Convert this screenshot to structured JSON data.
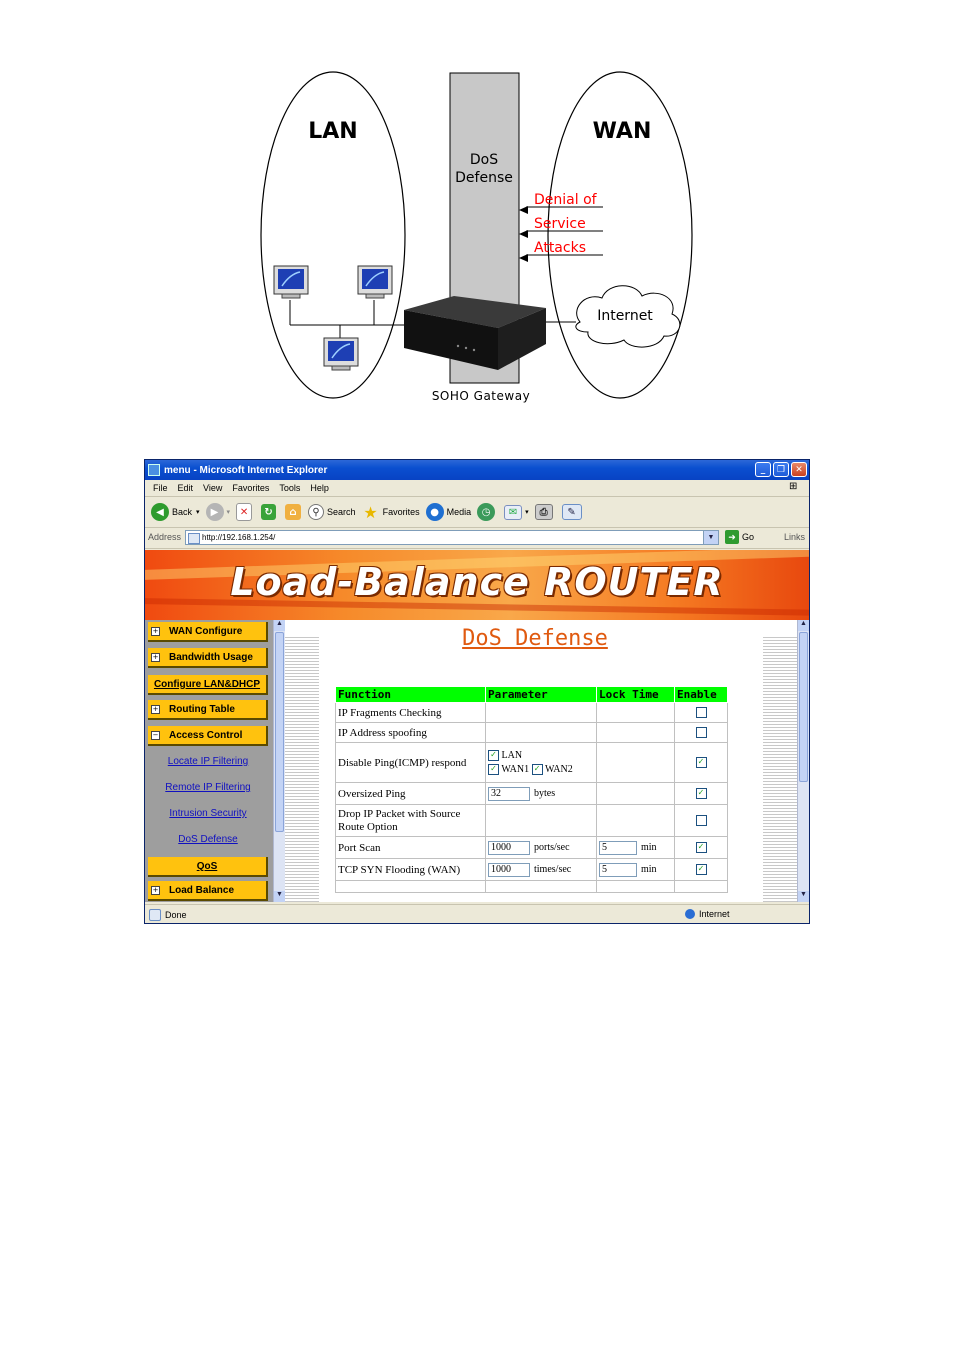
{
  "diagram": {
    "lan_label": "LAN",
    "wan_label": "WAN",
    "defense_label_1": "DoS",
    "defense_label_2": "Defense",
    "attack_1": "Denial of",
    "attack_2": "Service",
    "attack_3": "Attacks",
    "cloud_label": "Internet",
    "gateway_label": "SOHO Gateway"
  },
  "window": {
    "title": "menu - Microsoft Internet Explorer",
    "minimize": "_",
    "restore": "❐",
    "close": "✕",
    "menu": [
      "File",
      "Edit",
      "View",
      "Favorites",
      "Tools",
      "Help"
    ],
    "toolbar": {
      "back": "Back",
      "search": "Search",
      "favorites": "Favorites",
      "media": "Media"
    },
    "address_label": "Address",
    "address_value": "http://192.168.1.254/",
    "go_label": "Go",
    "links_label": "Links",
    "status_left": "Done",
    "status_zone": "Internet"
  },
  "page": {
    "banner_title": "Load-Balance ROUTER",
    "nav": {
      "wan_configure": "WAN Configure",
      "bandwidth_usage": "Bandwidth Usage",
      "configure_lan_dhcp": "Configure LAN&DHCP",
      "routing_table": "Routing Table",
      "access_control": "Access Control",
      "locate_ip_filtering": "Locate IP Filtering",
      "remote_ip_filtering": "Remote IP Filtering",
      "intrusion_security": "Intrusion Security",
      "dos_defense": "DoS Defense",
      "qos": "QoS",
      "load_balance": "Load Balance"
    },
    "heading": "DoS Defense",
    "table": {
      "headers": [
        "Function",
        "Parameter",
        "Lock Time",
        "Enable"
      ],
      "rows": [
        {
          "function": "IP Fragments Checking",
          "enabled": false
        },
        {
          "function": "IP Address spoofing",
          "enabled": false
        },
        {
          "function": "Disable Ping(ICMP) respond",
          "opt_lan": "LAN",
          "opt_wan1": "WAN1",
          "opt_wan2": "WAN2",
          "enabled": true
        },
        {
          "function": "Oversized Ping",
          "value": "32",
          "unit": "bytes",
          "enabled": true
        },
        {
          "function": "Drop IP Packet with Source Route Option",
          "enabled": false
        },
        {
          "function": "Port Scan",
          "value": "1000",
          "unit": "ports/sec",
          "lock": "5",
          "lock_unit": "min",
          "enabled": true
        },
        {
          "function": "TCP SYN Flooding (WAN)",
          "value": "1000",
          "unit": "times/sec",
          "lock": "5",
          "lock_unit": "min",
          "enabled": true
        }
      ]
    }
  }
}
